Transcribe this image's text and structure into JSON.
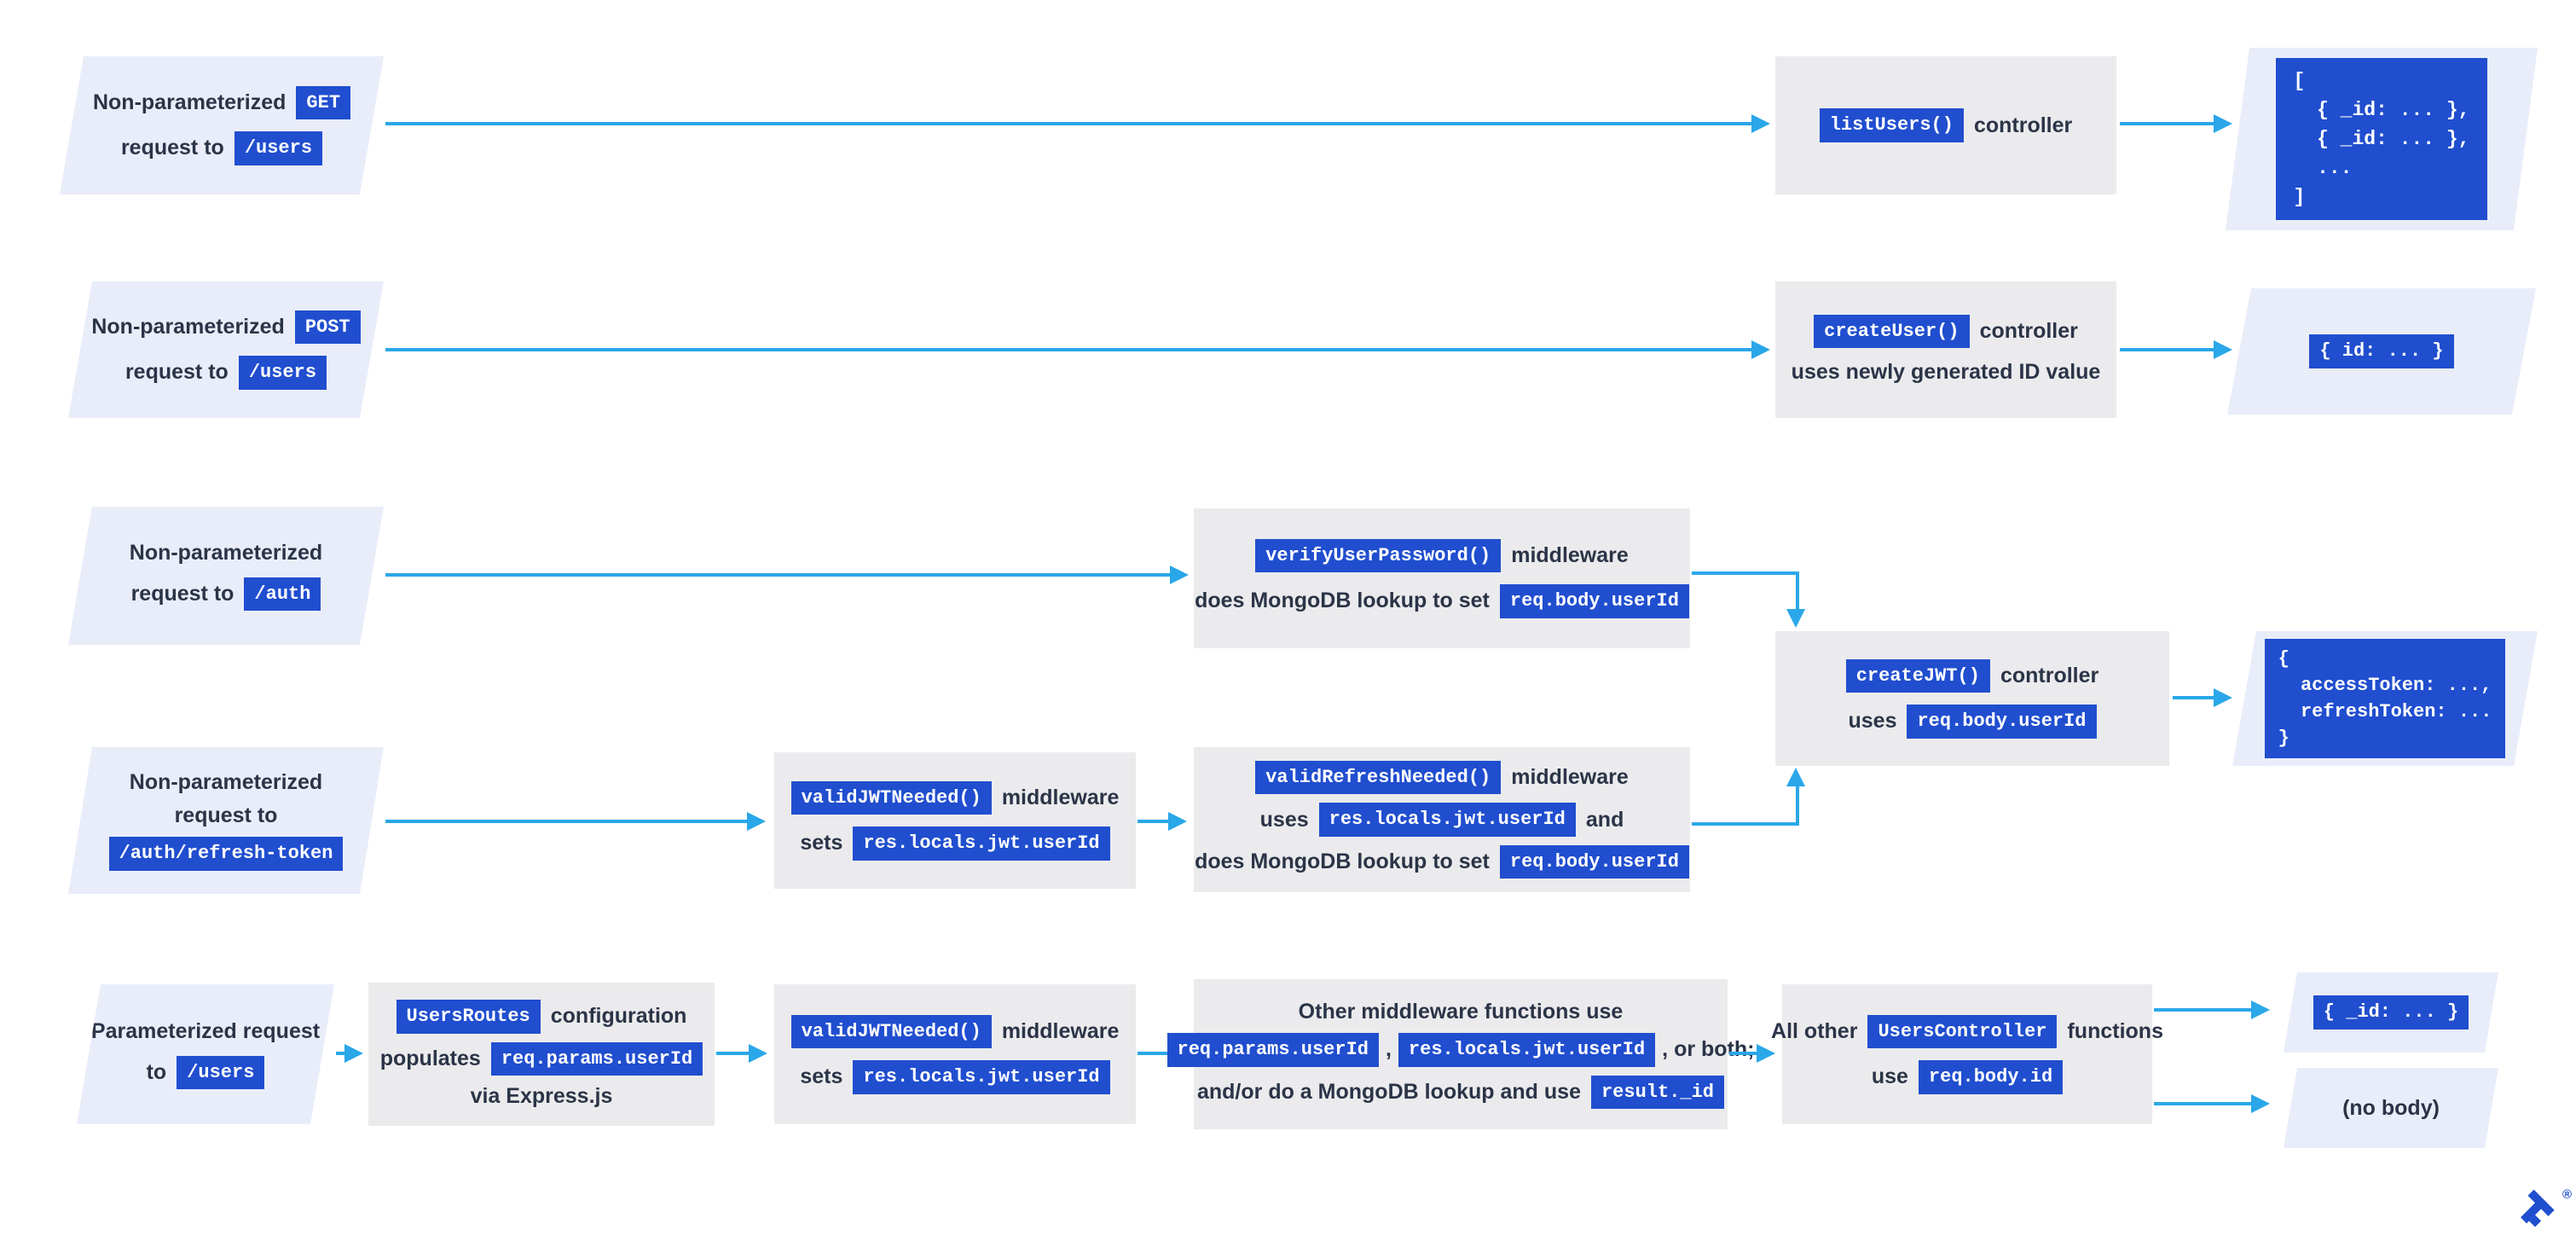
{
  "colors": {
    "badge_blue": "#204ECF",
    "arrow_blue": "#2AA7E8",
    "process_fill": "#EBEBED",
    "request_fill": "#E9EDF9",
    "text_dark": "#2B3447",
    "canvas_bg": "#FFFFFF"
  },
  "r1": {
    "request": {
      "t1": "Non-parameterized",
      "c1": "GET",
      "t2": "request to",
      "c2": "/users"
    },
    "controller": {
      "c1": "listUsers()",
      "t1": "controller"
    },
    "output": [
      "[",
      "  { _id: ... },",
      "  { _id: ... },",
      "  ...",
      "]"
    ]
  },
  "r2": {
    "request": {
      "t1": "Non-parameterized",
      "c1": "POST",
      "t2": "request to",
      "c2": "/users"
    },
    "controller": {
      "c1": "createUser()",
      "t1": "controller",
      "t2": "uses newly generated ID value"
    },
    "output": "{ id: ... }"
  },
  "r3": {
    "request": {
      "t1": "Non-parameterized",
      "t2": "request to",
      "c2": "/auth"
    },
    "middleware": {
      "c1": "verifyUserPassword()",
      "t1": "middleware",
      "t2": "does MongoDB lookup to set",
      "c2": "req.body.userId"
    }
  },
  "jwt": {
    "controller": {
      "c1": "createJWT()",
      "t1": "controller",
      "t2": "uses",
      "c2": "req.body.userId"
    },
    "output": [
      "{",
      "  accessToken: ...,",
      "  refreshToken: ...",
      "}"
    ]
  },
  "r4": {
    "request": {
      "t1": "Non-parameterized",
      "t2": "request to",
      "c3": "/auth/refresh-token"
    },
    "mw1": {
      "c1": "validJWTNeeded()",
      "t1": "middleware",
      "t2": "sets",
      "c2": "res.locals.jwt.userId"
    },
    "mw2": {
      "c1": "validRefreshNeeded()",
      "t1": "middleware",
      "t2": "uses",
      "c2": "res.locals.jwt.userId",
      "t2b": "and",
      "t3": "does MongoDB lookup to set",
      "c3": "req.body.userId"
    }
  },
  "r5": {
    "request": {
      "t1": "Parameterized request",
      "t2": "to",
      "c2": "/users"
    },
    "routes": {
      "c1": "UsersRoutes",
      "t1": "configuration",
      "t2": "populates",
      "c2": "req.params.userId",
      "t3": "via Express.js"
    },
    "mw": {
      "c1": "validJWTNeeded()",
      "t1": "middleware",
      "t2": "sets",
      "c2": "res.locals.jwt.userId"
    },
    "other": {
      "t1": "Other middleware functions use",
      "c2a": "req.params.userId",
      "s2a": ",",
      "c2b": "res.locals.jwt.userId",
      "s2b": ", or both;",
      "t3": "and/or do a MongoDB lookup and use",
      "c3": "result._id"
    },
    "controller": {
      "t1a": "All other",
      "c1": "UsersController",
      "t1b": "functions",
      "t2": "use",
      "c2": "req.body.id"
    },
    "out_id": "{ _id: ... }",
    "out_empty": "(no body)"
  },
  "logo": {
    "reg": "®"
  }
}
